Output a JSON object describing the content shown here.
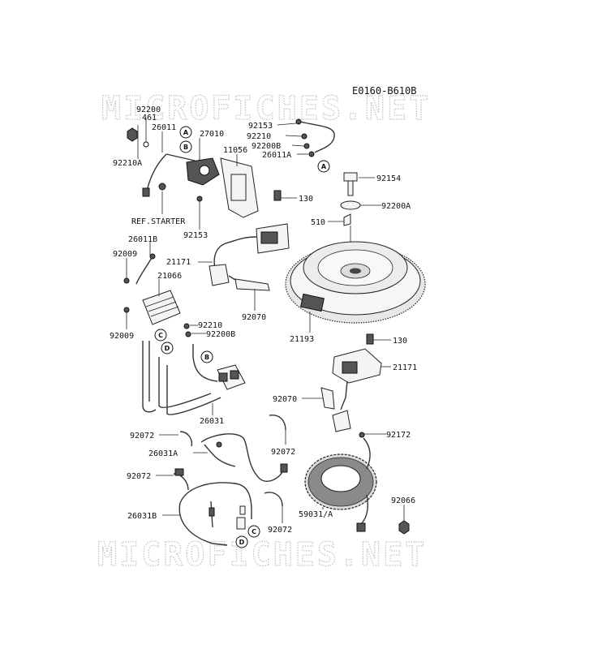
{
  "diagram_code": "E0160-B610B",
  "watermarks": [
    "MICROFICHES.NET",
    "MICROFICHES.NET"
  ],
  "connectors": [
    "A",
    "B",
    "C",
    "D"
  ],
  "labels": {
    "l92200": "92200",
    "l461": "461",
    "l26011": "26011",
    "l92210A": "92210A",
    "l27010": "27010",
    "l11056": "11056",
    "lRefStarter": "REF.STARTER",
    "l92153a": "92153",
    "l92153b": "92153",
    "l92210b": "92210",
    "l92200B_top": "92200B",
    "l26011A": "26011A",
    "l130a": "130",
    "l92154": "92154",
    "l92200A": "92200A",
    "l510": "510",
    "l26011B": "26011B",
    "l92009a": "92009",
    "l21171a": "21171",
    "l21066": "21066",
    "l92070a": "92070",
    "l92009b": "92009",
    "l92210c": "92210",
    "l92200B_mid": "92200B",
    "l21193": "21193",
    "l130b": "130",
    "l21171b": "21171",
    "l92070b": "92070",
    "l26031": "26031",
    "l92072a": "92072",
    "l92172": "92172",
    "l26031A": "26031A",
    "l92072b": "92072",
    "l92072c": "92072",
    "l26031B": "26031B",
    "l92066": "92066",
    "l59031A": "59031/A",
    "l92072d": "92072"
  }
}
